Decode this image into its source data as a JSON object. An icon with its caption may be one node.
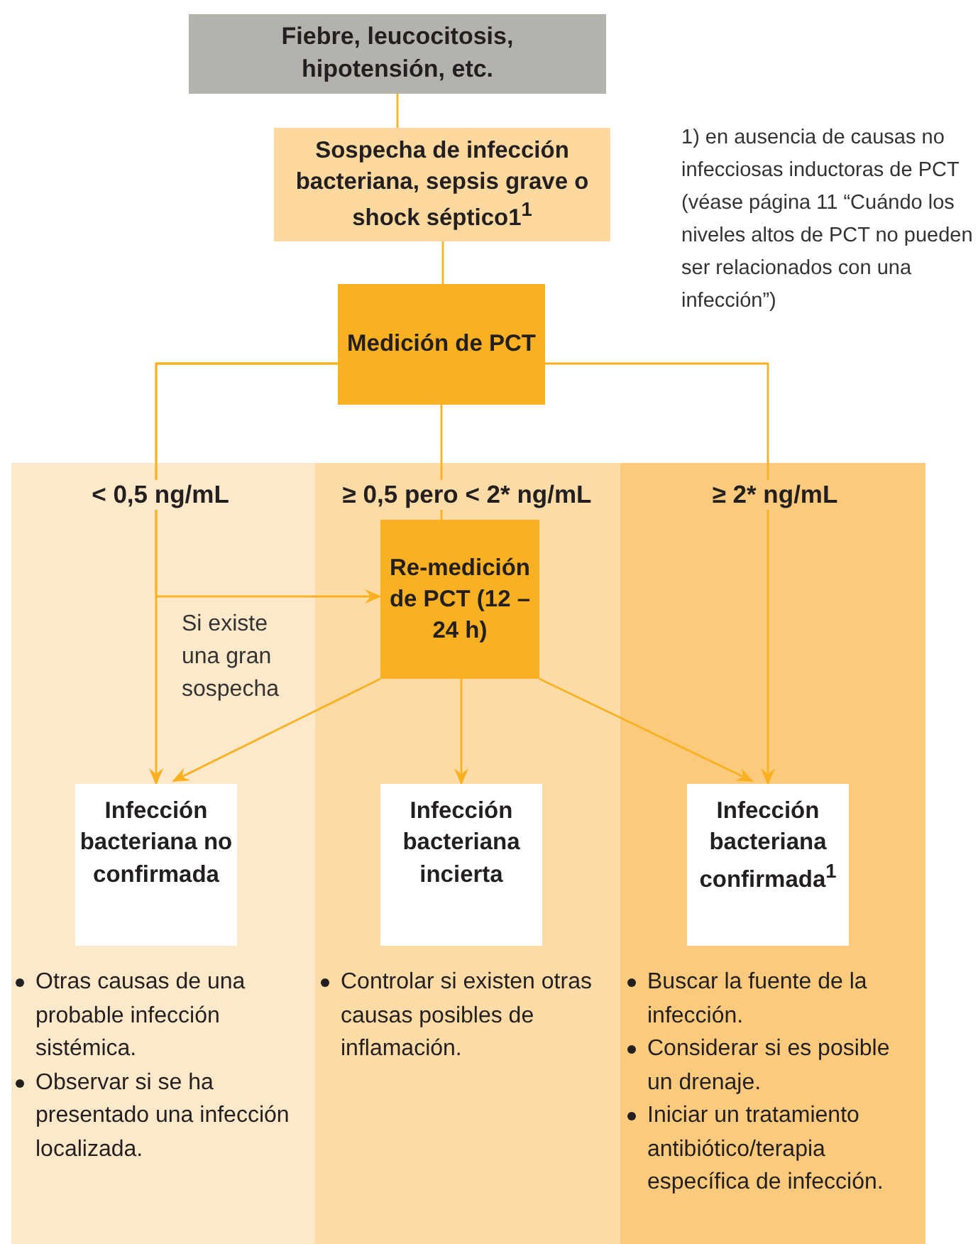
{
  "diagram": {
    "nodes": [
      {
        "text": [
          "Fiebre, leucocitosis, hipotensión, etc."
        ]
      },
      {
        "text": [
          "Sospecha de infección bacteriana, sepsis grave o shock séptico1$^{1}$"
        ]
      },
      {
        "text": [
          "Medición de PCT"
        ]
      },
      {
        "text": [
          "< 0,5 ng/mL"
        ]
      },
      {
        "text": [
          "≥ 0,5 pero < 2* ng/mL"
        ]
      },
      {
        "text": [
          "≥ 2* ng/mL"
        ]
      },
      {
        "text": [
          "Re-medición de PCT (12 – 24 h)"
        ],
        "in": 4
      },
      {
        "text": [
          "Infección bacteriana no confirmada"
        ],
        "in": 3,
        "beside": [
          "Otras causas de una probable infección sistémica.",
          "Observar si se ha presentado una infección localizada."
        ]
      },
      {
        "text": [
          "Infección bacteriana incierta"
        ],
        "in": 4,
        "beside": [
          "Controlar si existen otras causas posibles de inflamación."
        ]
      },
      {
        "text": [
          "Infección bacteriana confirmada$^{1}$"
        ],
        "in": 5,
        "beside": [
          "Buscar la fuente de la infección.",
          "Considerar si es posible un drenaje.",
          "Iniciar un tratamiento antibiótico/terapia específica de infección."
        ]
      }
    ],
    "edges": [
      {
        "from": 0,
        "to": 1,
        "arrow": "none"
      },
      {
        "from": 1,
        "to": 2,
        "arrow": "none"
      },
      {
        "from": 2,
        "to": 7,
        "arrow": "to"
      },
      {
        "from": 2,
        "to": 6,
        "arrow": "to",
        "label": "Si existe una gran sospecha"
      },
      {
        "from": 2,
        "to": 6,
        "arrow": "none"
      },
      {
        "from": 2,
        "to": 9,
        "arrow": "to"
      },
      {
        "from": 6,
        "to": 7,
        "arrow": "to"
      },
      {
        "from": 6,
        "to": 8,
        "arrow": "to"
      },
      {
        "from": 6,
        "to": 9,
        "arrow": "to"
      }
    ],
    "labels": [
      "1) en ausencia de causas no infecciosas inductoras de PCT (véase página 11 “Cuándo los niveles altos de PCT no pueden ser relacionados con una infección”)"
    ]
  }
}
